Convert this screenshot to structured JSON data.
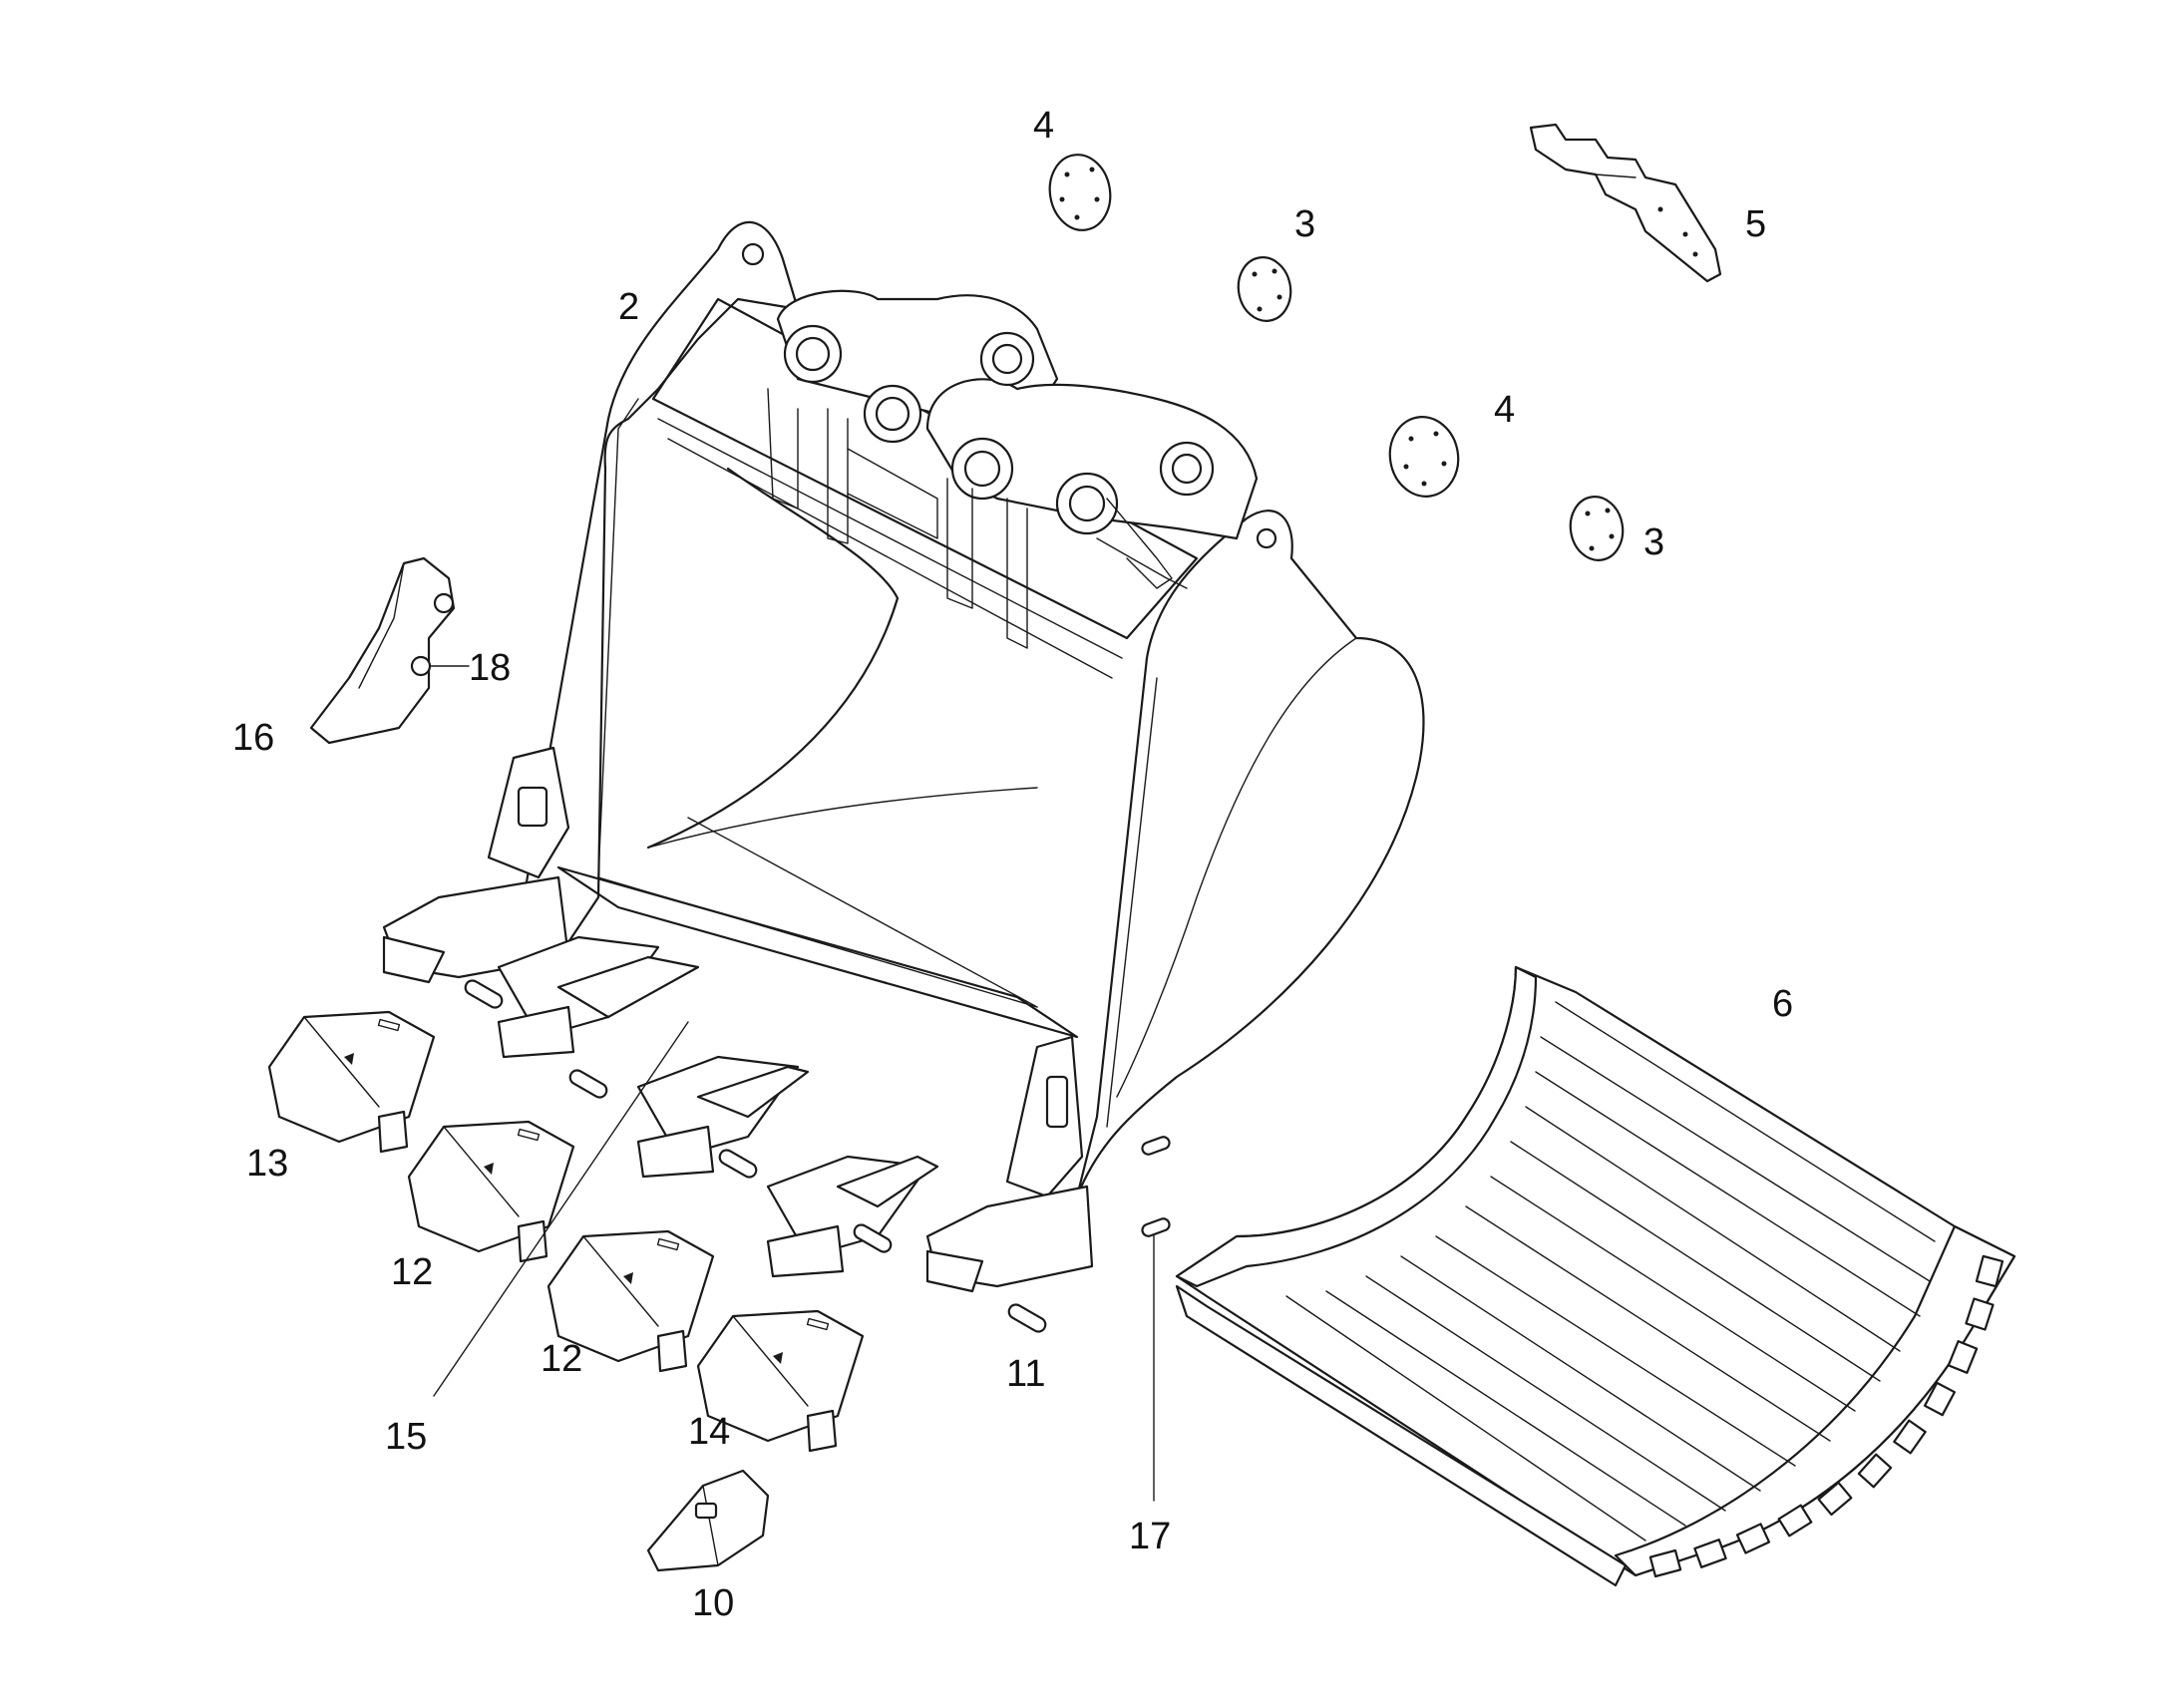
{
  "colors": {
    "line": "#1a1a1a",
    "background": "#ffffff"
  },
  "callouts": [
    {
      "id": "c2",
      "text": "2"
    },
    {
      "id": "c3a",
      "text": "3"
    },
    {
      "id": "c3b",
      "text": "3"
    },
    {
      "id": "c4a",
      "text": "4"
    },
    {
      "id": "c4b",
      "text": "4"
    },
    {
      "id": "c5",
      "text": "5"
    },
    {
      "id": "c6",
      "text": "6"
    },
    {
      "id": "c10",
      "text": "10"
    },
    {
      "id": "c11",
      "text": "11"
    },
    {
      "id": "c12a",
      "text": "12"
    },
    {
      "id": "c12b",
      "text": "12"
    },
    {
      "id": "c13",
      "text": "13"
    },
    {
      "id": "c14",
      "text": "14"
    },
    {
      "id": "c15",
      "text": "15"
    },
    {
      "id": "c16",
      "text": "16"
    },
    {
      "id": "c17",
      "text": "17"
    },
    {
      "id": "c18",
      "text": "18"
    }
  ]
}
